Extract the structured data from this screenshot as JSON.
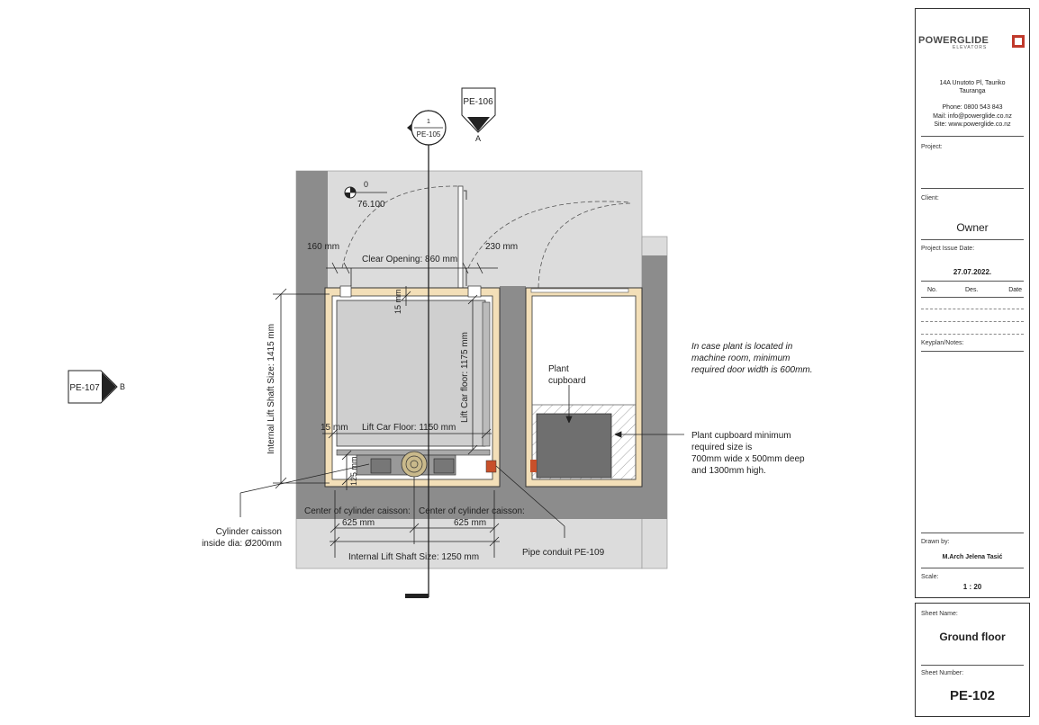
{
  "callouts": {
    "section_top_num": "1",
    "section_top_ref": "PE-105",
    "elev_top_ref": "PE-106",
    "elev_top_letter": "A",
    "elev_left_ref": "PE-107",
    "elev_left_letter": "B"
  },
  "level": {
    "name": "0",
    "value": "76.100"
  },
  "dims": {
    "left_jamb": "160 mm",
    "clear_opening": "Clear Opening: 860 mm",
    "right_jamb": "230 mm",
    "gap_top": "15 mm",
    "car_depth": "Lift Car floor: 1175 mm",
    "shaft_depth": "Internal Lift Shaft Size: 1415 mm",
    "gap_left": "15 mm",
    "car_width": "Lift Car Floor: 1150 mm",
    "pit_small": "125 mm",
    "center_cyl_left": "Center of cylinder caisson:",
    "center_cyl_left_val": "625 mm",
    "center_cyl_right": "Center of cylinder caisson:",
    "center_cyl_right_val": "625 mm",
    "shaft_width": "Internal Lift Shaft Size: 1250 mm"
  },
  "notes": {
    "cylinder_line1": "Cylinder caisson",
    "cylinder_line2": "inside dia: Ø200mm",
    "pipe_conduit": "Pipe conduit  PE-109",
    "plant_label_1": "Plant",
    "plant_label_2": "cupboard",
    "machine_1": "In case plant is located in",
    "machine_2": "machine room, minimum",
    "machine_3": "required door width is 600mm.",
    "cupboard_1": "Plant cupboard minimum",
    "cupboard_2": "required size is",
    "cupboard_3": "700mm wide x 500mm deep",
    "cupboard_4": "and 1300mm high."
  },
  "title_block": {
    "brand_main": "POWERGLIDE",
    "brand_sub": "ELEVATORS",
    "address_1": "14A Unutoto Pl, Tauriko",
    "address_2": "Tauranga",
    "phone": "Phone: 0800 543 843",
    "mail": "Mail: info@powerglide.co.nz",
    "site": "Site: www.powerglide.co.nz",
    "project_label": "Project:",
    "client_label": "Client:",
    "client_value": "Owner",
    "issue_label": "Project Issue Date:",
    "issue_value": "27.07.2022.",
    "col_no": "No.",
    "col_des": "Des.",
    "col_date": "Date",
    "keyplan_label": "Keyplan/Notes:",
    "drawn_label": "Drawn by:",
    "drawn_value": "M.Arch Jelena Tasić",
    "scale_label": "Scale:",
    "scale_value": "1 : 20",
    "sheet_name_label": "Sheet Name:",
    "sheet_name_value": "Ground floor",
    "sheet_number_label": "Sheet Number:",
    "sheet_number_value": "PE-102"
  },
  "colors": {
    "wall_dark": "#8c8c8c",
    "floor_light": "#dcdcdc",
    "liner": "#f3dfb8",
    "car": "#cfcfcf",
    "brand_red": "#c0392b",
    "conduit": "#c8502a"
  }
}
